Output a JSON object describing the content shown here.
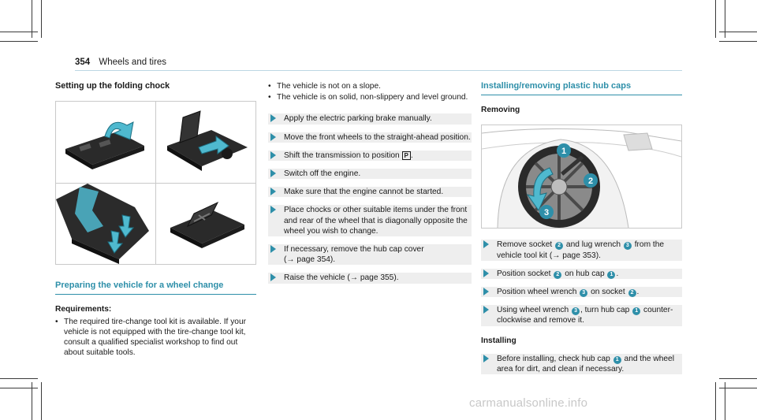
{
  "header": {
    "page_number": "354",
    "chapter": "Wheels and tires"
  },
  "col1": {
    "title": "Setting up the folding chock",
    "prep_title": "Preparing the vehicle for a wheel change",
    "req_label": "Requirements:",
    "req_bullet": "The required tire-change tool kit is available. If your vehicle is not equipped with the tire-change tool kit, consult a qualified specialist workshop to find out about suitable tools."
  },
  "col2": {
    "bullets": [
      "The vehicle is not on a slope.",
      "The vehicle is on solid, non-slippery and level ground."
    ],
    "steps": [
      "Apply the electric parking brake manually.",
      "Move the front wheels to the straight-ahead position.",
      "Shift the transmission to position",
      "Switch off the engine.",
      "Make sure that the engine cannot be started.",
      "Place chocks or other suitable items under the front and rear of the wheel that is diagonally opposite the wheel you wish to change.",
      "If necessary, remove the hub cap cover"
    ],
    "step3_symbol": "P",
    "step7_ref": "(→ page 354).",
    "step8_a": "Raise the vehicle (",
    "step8_ref": "→ page 355).",
    "step8_b": ""
  },
  "col3": {
    "title": "Installing/removing plastic hub caps",
    "removing": "Removing",
    "installing": "Installing",
    "s1": {
      "a": "Remove socket",
      "b": "and lug wrench",
      "c": "from the vehicle tool kit (→ page 353)."
    },
    "s2": {
      "a": "Position socket",
      "b": "on hub cap",
      "c": "."
    },
    "s3": {
      "a": "Position wheel wrench",
      "b": "on socket",
      "c": "."
    },
    "s4": {
      "a": "Using wheel wrench",
      "b": ", turn hub cap",
      "c": "counter-clockwise and remove it."
    },
    "s5": {
      "a": "Before installing, check hub cap",
      "b": "and the wheel area for dirt, and clean if necessary."
    },
    "callouts": [
      "1",
      "2",
      "3"
    ]
  },
  "watermark": "carmanualsonline.info",
  "colors": {
    "accent": "#2e8fa9",
    "rule": "#bcd6e3"
  }
}
